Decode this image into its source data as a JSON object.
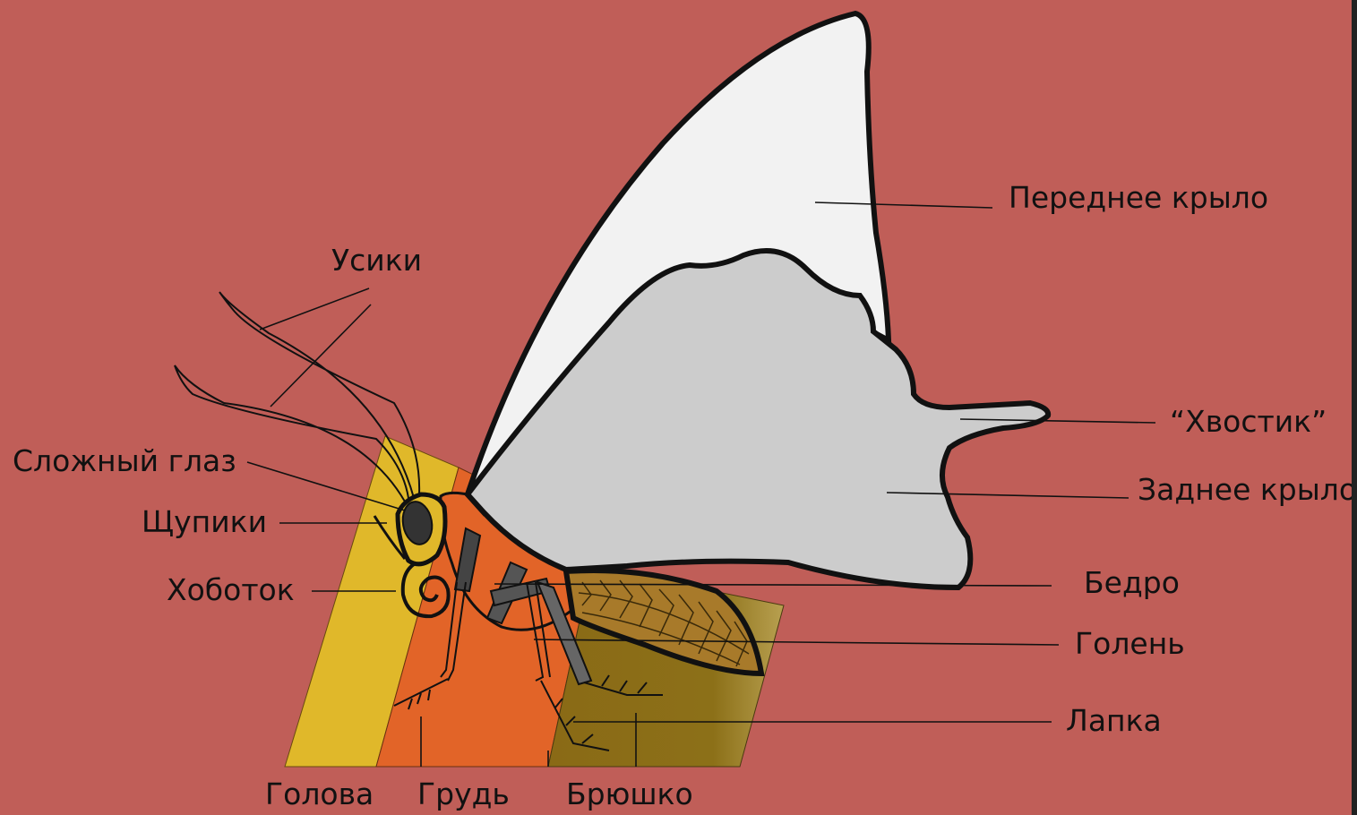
{
  "labels": {
    "antennae": "Усики",
    "compound_eye": "Сложный глаз",
    "palps": "Щупики",
    "proboscis": "Хоботок",
    "forewing": "Переднее крыло",
    "tail": "“Хвостик”",
    "hindwing": "Заднее крыло",
    "femur": "Бедро",
    "tibia": "Голень",
    "tarsus": "Лапка",
    "head": "Голова",
    "thorax": "Грудь",
    "abdomen": "Брюшко"
  },
  "colors": {
    "background": "#c05e58",
    "head_band": "#e0b82a",
    "thorax_band": "#e26428",
    "abdomen_band": "#8a6a1a",
    "forewing": "#f2f2f2",
    "hindwing": "#cccccc",
    "abdomen_body": "#a87a2a",
    "outline": "#111111"
  }
}
